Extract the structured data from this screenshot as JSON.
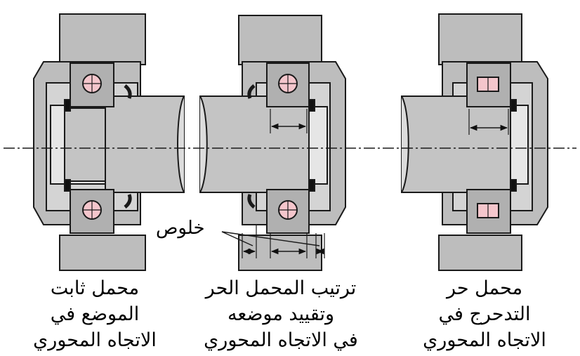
{
  "labels": {
    "left": [
      "محمل ثابت",
      "الموضع في",
      "الاتجاه المحوري"
    ],
    "middle": [
      "ترتيب المحمل الحر",
      "وتقييد موضعه",
      "في الاتجاه المحوري"
    ],
    "right": [
      "محمل حر",
      "التدحرج في",
      "الاتجاه المحوري"
    ],
    "clearance": "خلوص"
  },
  "colors": {
    "housing": "#bdbdbd",
    "housing_light": "#d4d4d4",
    "shaft": "#c4c4c4",
    "ring": "#b0b0b0",
    "ball": "#f4c6cc",
    "outline": "#1a1a1a"
  }
}
